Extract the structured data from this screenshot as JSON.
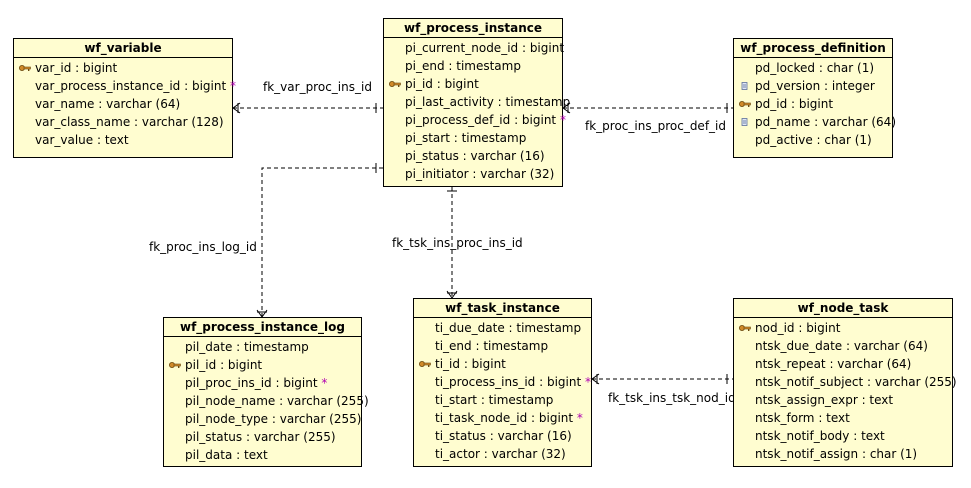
{
  "entities": [
    {
      "id": "wf_variable",
      "title": "wf_variable",
      "columns": [
        {
          "name": "var_id",
          "type": "bigint",
          "icon": "key-icon"
        },
        {
          "name": "var_process_instance_id",
          "type": "bigint",
          "fk": true
        },
        {
          "name": "var_name",
          "type": "varchar (64)"
        },
        {
          "name": "var_class_name",
          "type": "varchar (128)"
        },
        {
          "name": "var_value",
          "type": "text"
        }
      ]
    },
    {
      "id": "wf_process_instance",
      "title": "wf_process_instance",
      "columns": [
        {
          "name": "pi_current_node_id",
          "type": "bigint"
        },
        {
          "name": "pi_end",
          "type": "timestamp"
        },
        {
          "name": "pi_id",
          "type": "bigint",
          "icon": "key-icon"
        },
        {
          "name": "pi_last_activity",
          "type": "timestamp"
        },
        {
          "name": "pi_process_def_id",
          "type": "bigint",
          "fk": true
        },
        {
          "name": "pi_start",
          "type": "timestamp"
        },
        {
          "name": "pi_status",
          "type": "varchar (16)"
        },
        {
          "name": "pi_initiator",
          "type": "varchar (32)"
        }
      ]
    },
    {
      "id": "wf_process_definition",
      "title": "wf_process_definition",
      "columns": [
        {
          "name": "pd_locked",
          "type": "char (1)"
        },
        {
          "name": "pd_version",
          "type": "integer",
          "icon": "unique-index-icon"
        },
        {
          "name": "pd_id",
          "type": "bigint",
          "icon": "key-icon"
        },
        {
          "name": "pd_name",
          "type": "varchar (64)",
          "icon": "unique-index-icon"
        },
        {
          "name": "pd_active",
          "type": "char (1)"
        }
      ]
    },
    {
      "id": "wf_process_instance_log",
      "title": "wf_process_instance_log",
      "columns": [
        {
          "name": "pil_date",
          "type": "timestamp"
        },
        {
          "name": "pil_id",
          "type": "bigint",
          "icon": "key-icon"
        },
        {
          "name": "pil_proc_ins_id",
          "type": "bigint",
          "fk": true
        },
        {
          "name": "pil_node_name",
          "type": "varchar (255)"
        },
        {
          "name": "pil_node_type",
          "type": "varchar (255)"
        },
        {
          "name": "pil_status",
          "type": "varchar (255)"
        },
        {
          "name": "pil_data",
          "type": "text"
        }
      ]
    },
    {
      "id": "wf_task_instance",
      "title": "wf_task_instance",
      "columns": [
        {
          "name": "ti_due_date",
          "type": "timestamp"
        },
        {
          "name": "ti_end",
          "type": "timestamp"
        },
        {
          "name": "ti_id",
          "type": "bigint",
          "icon": "key-icon"
        },
        {
          "name": "ti_process_ins_id",
          "type": "bigint",
          "fk": true
        },
        {
          "name": "ti_start",
          "type": "timestamp"
        },
        {
          "name": "ti_task_node_id",
          "type": "bigint",
          "fk": true
        },
        {
          "name": "ti_status",
          "type": "varchar (16)"
        },
        {
          "name": "ti_actor",
          "type": "varchar (32)"
        }
      ]
    },
    {
      "id": "wf_node_task",
      "title": "wf_node_task",
      "columns": [
        {
          "name": "nod_id",
          "type": "bigint",
          "icon": "key-icon"
        },
        {
          "name": "ntsk_due_date",
          "type": "varchar (64)"
        },
        {
          "name": "ntsk_repeat",
          "type": "varchar (64)"
        },
        {
          "name": "ntsk_notif_subject",
          "type": "varchar (255)"
        },
        {
          "name": "ntsk_assign_expr",
          "type": "text"
        },
        {
          "name": "ntsk_form",
          "type": "text"
        },
        {
          "name": "ntsk_notif_body",
          "type": "text"
        },
        {
          "name": "ntsk_notif_assign",
          "type": "char (1)"
        }
      ]
    }
  ],
  "relationships": [
    {
      "id": "fk_var_proc_ins_id",
      "label": "fk_var_proc_ins_id",
      "child": "wf_variable",
      "parent": "wf_process_instance"
    },
    {
      "id": "fk_proc_ins_proc_def_id",
      "label": "fk_proc_ins_proc_def_id",
      "child": "wf_process_instance",
      "parent": "wf_process_definition"
    },
    {
      "id": "fk_proc_ins_log_id",
      "label": "fk_proc_ins_log_id",
      "child": "wf_process_instance_log",
      "parent": "wf_process_instance"
    },
    {
      "id": "fk_tsk_ins_proc_ins_id",
      "label": "fk_tsk_ins_proc_ins_id",
      "child": "wf_task_instance",
      "parent": "wf_process_instance"
    },
    {
      "id": "fk_tsk_ins_tsk_nod_id",
      "label": "fk_tsk_ins_tsk_nod_id",
      "child": "wf_task_instance",
      "parent": "wf_node_task"
    }
  ],
  "colors": {
    "entity_fill": "#fffdd0",
    "fk_marker": "#b000b0",
    "key_icon": "#d08a2a"
  }
}
